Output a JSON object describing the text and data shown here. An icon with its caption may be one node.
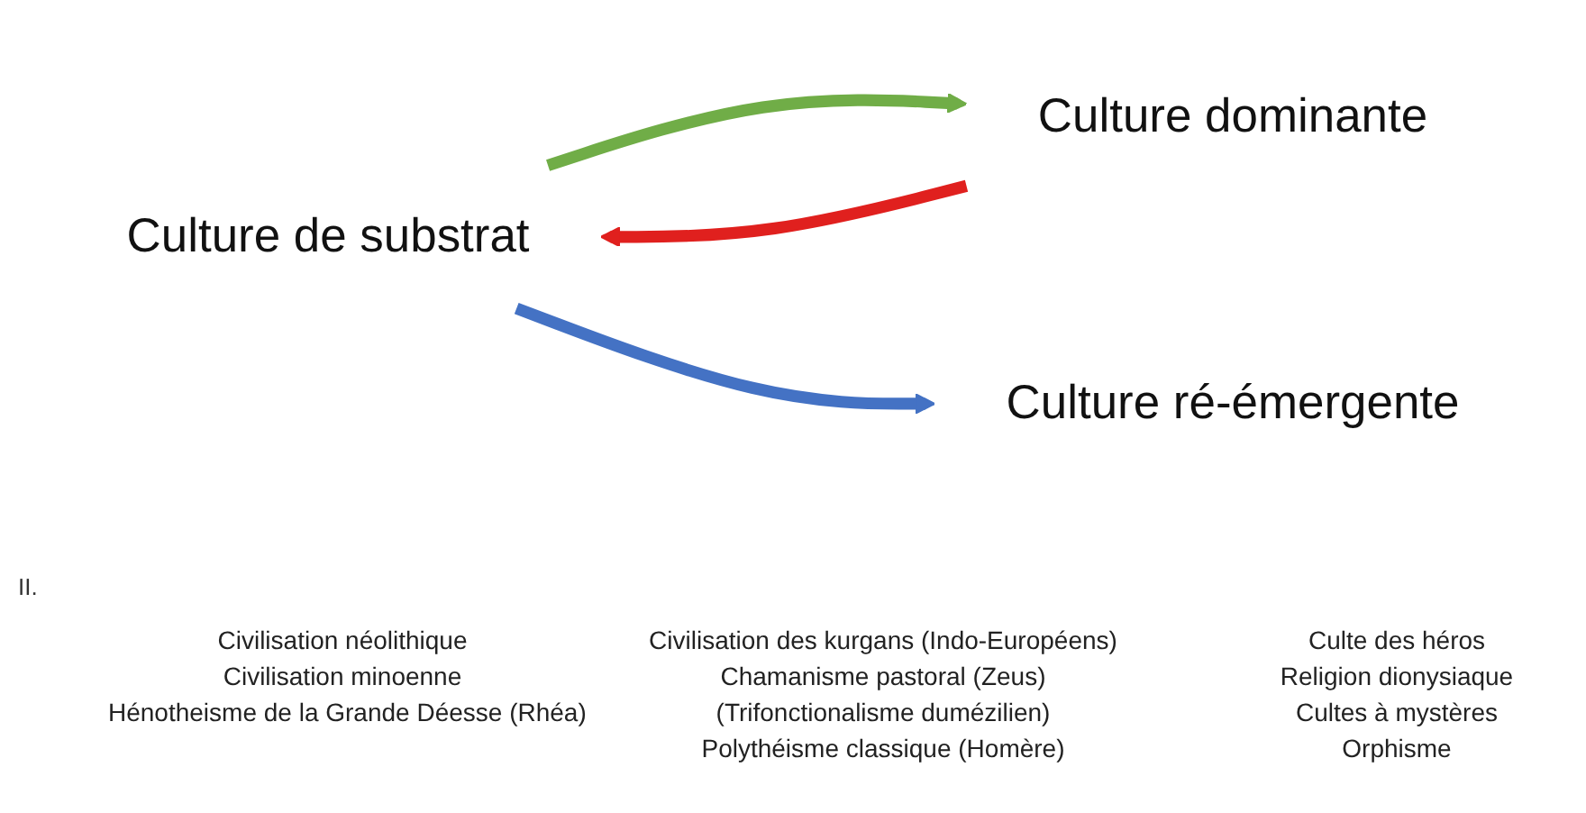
{
  "diagram": {
    "nodes": [
      {
        "text": [
          "Culture de substrat"
        ]
      },
      {
        "text": [
          "Culture dominante"
        ]
      },
      {
        "text": [
          "Culture ré-émergente"
        ]
      }
    ],
    "edges": [
      {
        "from": 0,
        "to": 1,
        "arrow": "to",
        "color": "#70ad47"
      },
      {
        "from": 1,
        "to": 0,
        "arrow": "to",
        "color": "#e0201e"
      },
      {
        "from": 0,
        "to": 2,
        "arrow": "to",
        "color": "#4472c4"
      }
    ],
    "labels": [
      "II.",
      "Civilisation néolithique",
      "Civilisation minoenne",
      "Hénotheisme de la Grande Déesse (Rhéa)",
      "Civilisation des kurgans (Indo-Européens)",
      "Chamanisme pastoral (Zeus)",
      "(Trifonctionalisme dumézilien)",
      "Polythéisme classique (Homère)",
      "Culte des héros",
      "Religion dionysiaque",
      "Cultes à mystères",
      "Orphisme"
    ]
  }
}
